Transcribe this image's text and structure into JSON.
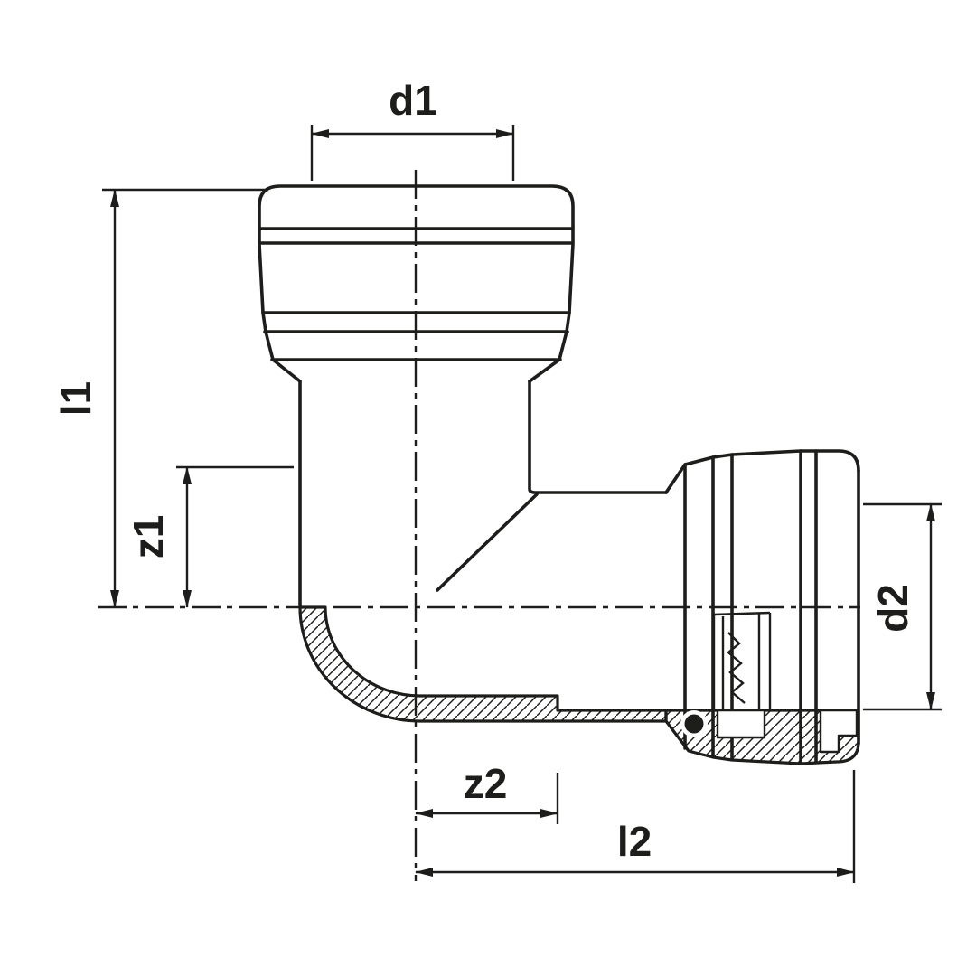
{
  "drawing": {
    "background": "#ffffff",
    "line_color": "#1d1d1b",
    "type_note": "technical dimension drawing of 90-degree press-fit elbow fitting, half section",
    "labels": {
      "d1": "d1",
      "l1": "l1",
      "z1": "z1",
      "z2": "z2",
      "l2": "l2",
      "d2": "d2"
    }
  }
}
